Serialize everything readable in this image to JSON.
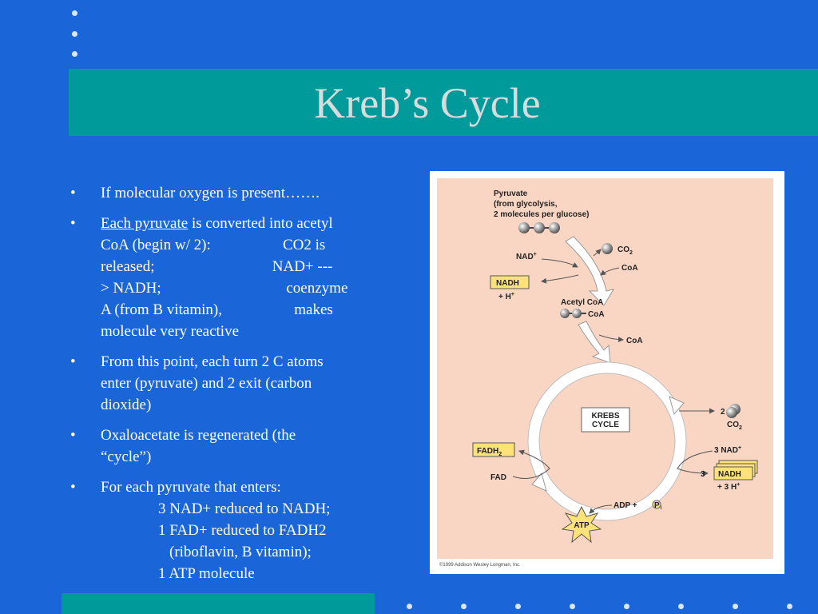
{
  "slide": {
    "title": "Kreb’s Cycle",
    "bullets": {
      "b1": "If molecular oxygen is present…….",
      "b2_link": "Each pyruvate",
      "b2_l1_rest": " is converted into acetyl",
      "b2_l2": "CoA (begin w/ 2):                   CO2 is",
      "b2_l3": "released;                               NAD+ ---",
      "b2_l4": "> NADH;                                 coenzyme",
      "b2_l5": "A (from B vitamin),                   makes",
      "b2_l6": "molecule very reactive",
      "b3_l1": "From this point, each turn 2 C atoms",
      "b3_l2": "enter (pyruvate) and 2 exit (carbon",
      "b3_l3": "dioxide)",
      "b4_l1": "Oxaloacetate is regenerated (the",
      "b4_l2": "“cycle”)",
      "b5_l1": "For each pyruvate that enters:",
      "b5_s1": "3 NAD+ reduced to NADH;",
      "b5_s2": "1 FAD+ reduced to FADH2",
      "b5_s3": "(riboflavin, B vitamin);",
      "b5_s4": "1 ATP molecule"
    }
  },
  "figure": {
    "pyruvate_l1": "Pyruvate",
    "pyruvate_l2": "(from glycolysis,",
    "pyruvate_l3": "2 molecules per glucose)",
    "co2": "CO",
    "co2_sub": "2",
    "nad": "NAD",
    "nad_sup": "+",
    "coa": "CoA",
    "nadh": "NADH",
    "h_plus": "+ H",
    "acetyl_coa": "Acetyl CoA",
    "coa_attached": "CoA",
    "coa_released": "CoA",
    "krebs_l1": "KREBS",
    "krebs_l2": "CYCLE",
    "two": "2",
    "co2_out": "CO",
    "fadh2": "FADH",
    "fad": "FAD",
    "three_nad": "3 NAD",
    "three": "3",
    "nadh_stack": "NADH",
    "three_h": "+ 3 H",
    "adp": "ADP +",
    "pi": "P",
    "pi_sub": "i",
    "atp": "ATP",
    "copyright": "©1999 Addison Wesley Longman, Inc."
  },
  "colors": {
    "background": "#1a66d8",
    "band": "#009a9a",
    "title": "#d6dcdc",
    "figure_bg": "#f9d6c4",
    "highlight": "#fde27a"
  }
}
